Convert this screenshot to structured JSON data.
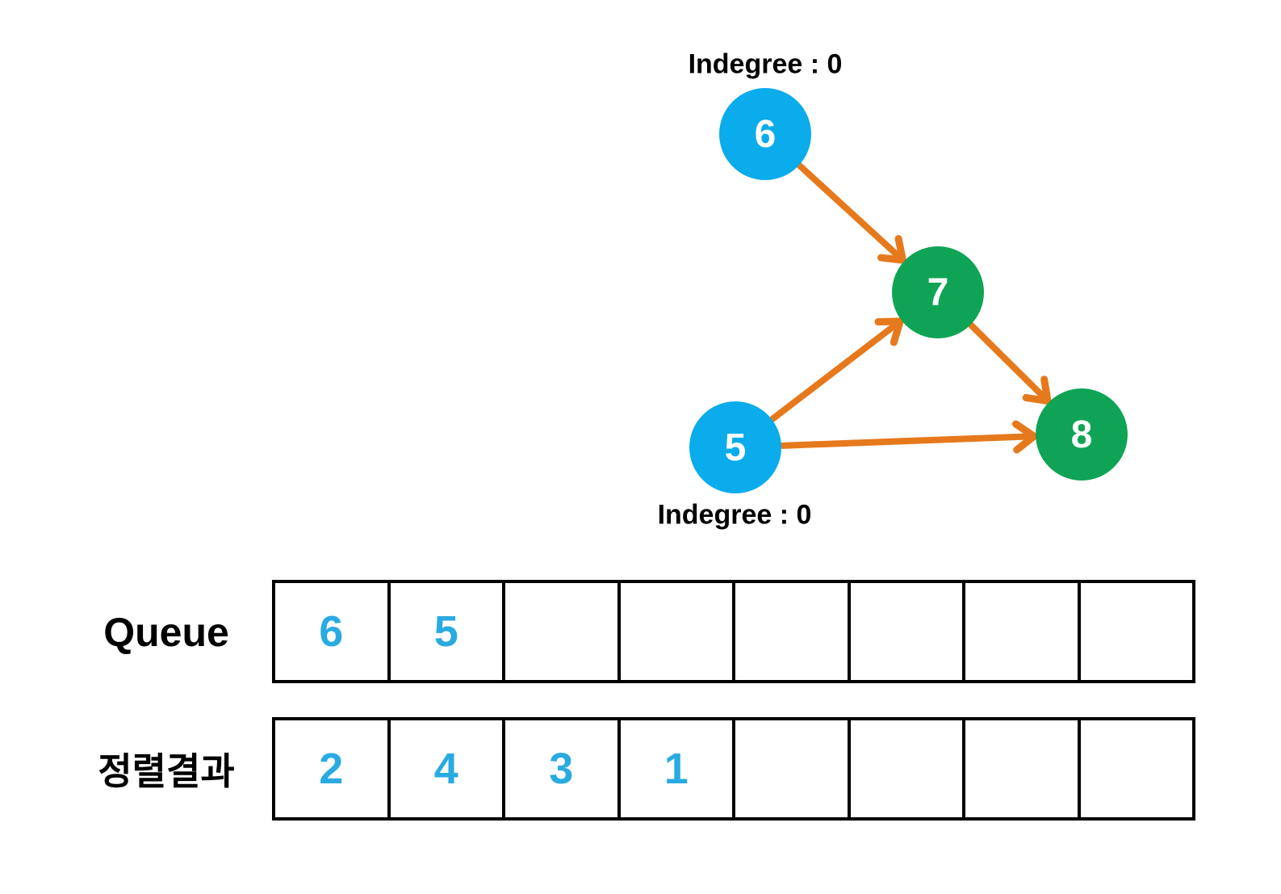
{
  "graph": {
    "nodes": [
      {
        "id": "6",
        "label": "6",
        "color": "#0AACEB"
      },
      {
        "id": "5",
        "label": "5",
        "color": "#0AACEB"
      },
      {
        "id": "7",
        "label": "7",
        "color": "#0FA455"
      },
      {
        "id": "8",
        "label": "8",
        "color": "#0FA455"
      }
    ],
    "edges": [
      [
        "6",
        "7"
      ],
      [
        "5",
        "7"
      ],
      [
        "7",
        "8"
      ],
      [
        "5",
        "8"
      ]
    ],
    "annotations": [
      {
        "text": "Indegree : 0",
        "for_node": "6",
        "position": "above"
      },
      {
        "text": "Indegree : 0",
        "for_node": "5",
        "position": "below"
      }
    ],
    "edge_color": "#E6791C",
    "node_text_color": "#FFFFFF",
    "annotation_color": "#000000"
  },
  "tables": {
    "queue": {
      "label": "Queue",
      "cells": [
        "6",
        "5",
        "",
        "",
        "",
        "",
        "",
        ""
      ]
    },
    "result": {
      "label": "정렬결과",
      "cells": [
        "2",
        "4",
        "3",
        "1",
        "",
        "",
        "",
        ""
      ]
    },
    "value_color": "#29ABE2",
    "border_color": "#000000"
  }
}
